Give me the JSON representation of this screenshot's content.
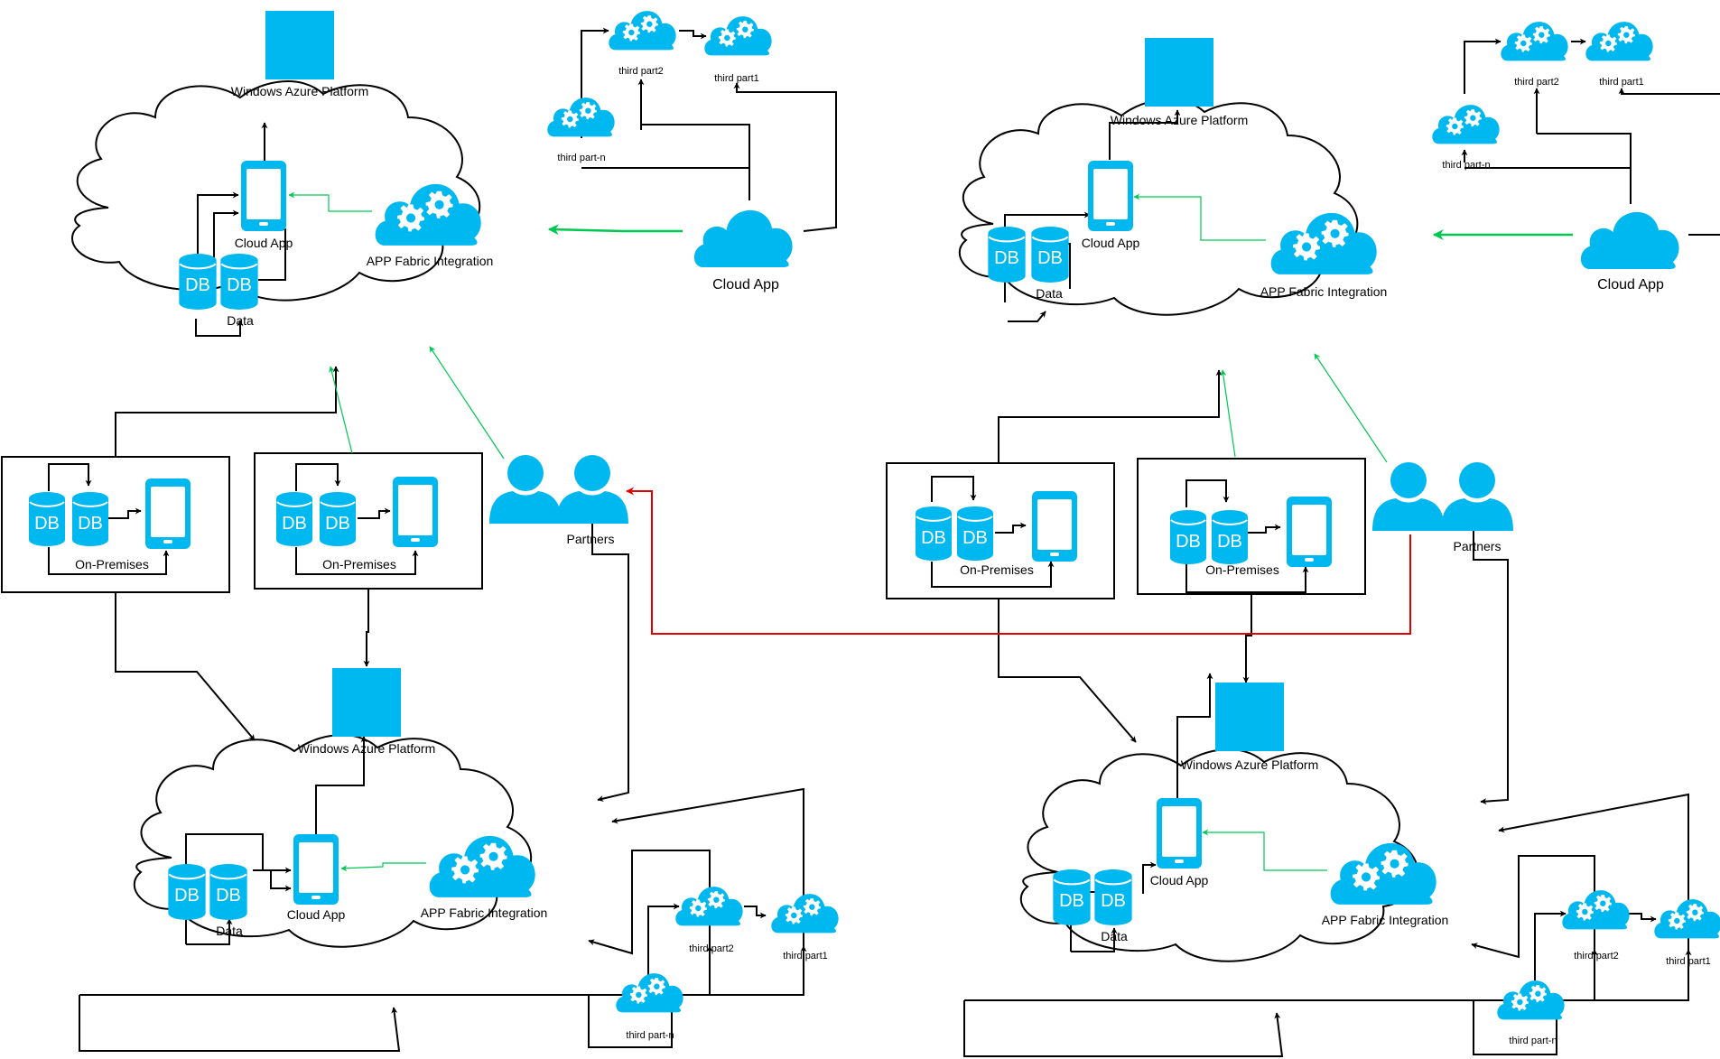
{
  "labels": {
    "azure_platform": "Windows Azure Platform",
    "cloud_app": "Cloud App",
    "app_fabric": "APP Fabric Integration",
    "data": "Data",
    "db": "DB",
    "on_premises": "On-Premises",
    "partners": "Partners",
    "third_part1": "third part1",
    "third_part2": "third part2",
    "third_partn": "third part-n"
  },
  "colors": {
    "azure_blue": "#00b8f0",
    "connector": "#000000",
    "green_link": "#00c853",
    "red_link": "#e00000"
  },
  "icons": [
    "azure-square-icon",
    "phone-icon",
    "database-icon",
    "gear-cloud-icon",
    "cloud-icon",
    "partners-icon"
  ]
}
